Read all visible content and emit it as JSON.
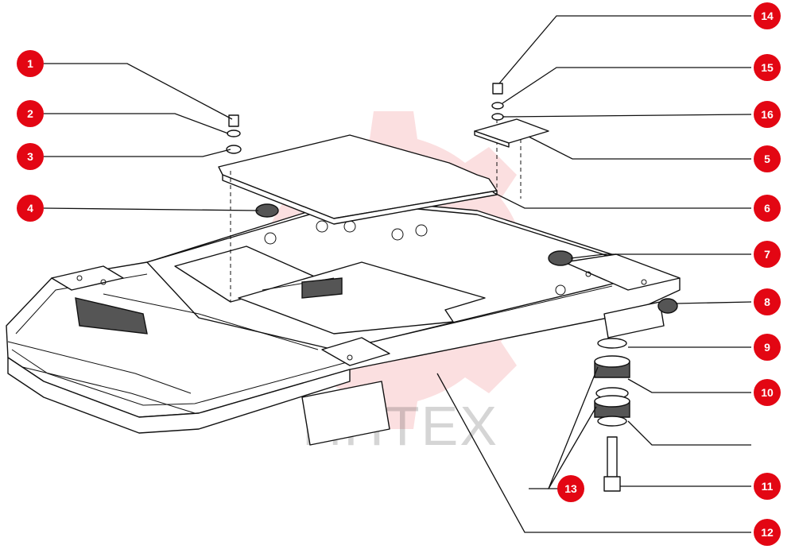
{
  "diagram": {
    "watermark_text": "ИНТЕХ",
    "callouts": [
      "1",
      "2",
      "3",
      "4",
      "5",
      "6",
      "7",
      "8",
      "9",
      "10",
      "11",
      "12",
      "13",
      "14",
      "15",
      "16"
    ],
    "accent_color": "#e30613"
  }
}
